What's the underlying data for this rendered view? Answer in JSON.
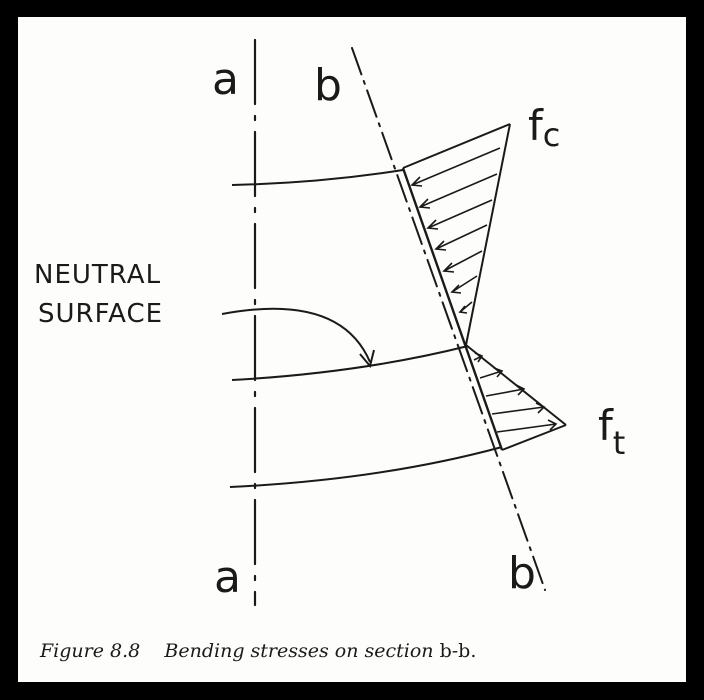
{
  "figure": {
    "labels": {
      "a_top": "a",
      "a_bottom": "a",
      "b_top": "b",
      "b_bottom": "b",
      "neutral_line1": "NEUTRAL",
      "neutral_line2": "SURFACE",
      "fc_main": "f",
      "fc_sub": "c",
      "ft_main": "f",
      "ft_sub": "t"
    },
    "caption": {
      "number": "Figure 8.8",
      "text": "Bending stresses on section ",
      "section": "b-b",
      "period": "."
    }
  }
}
